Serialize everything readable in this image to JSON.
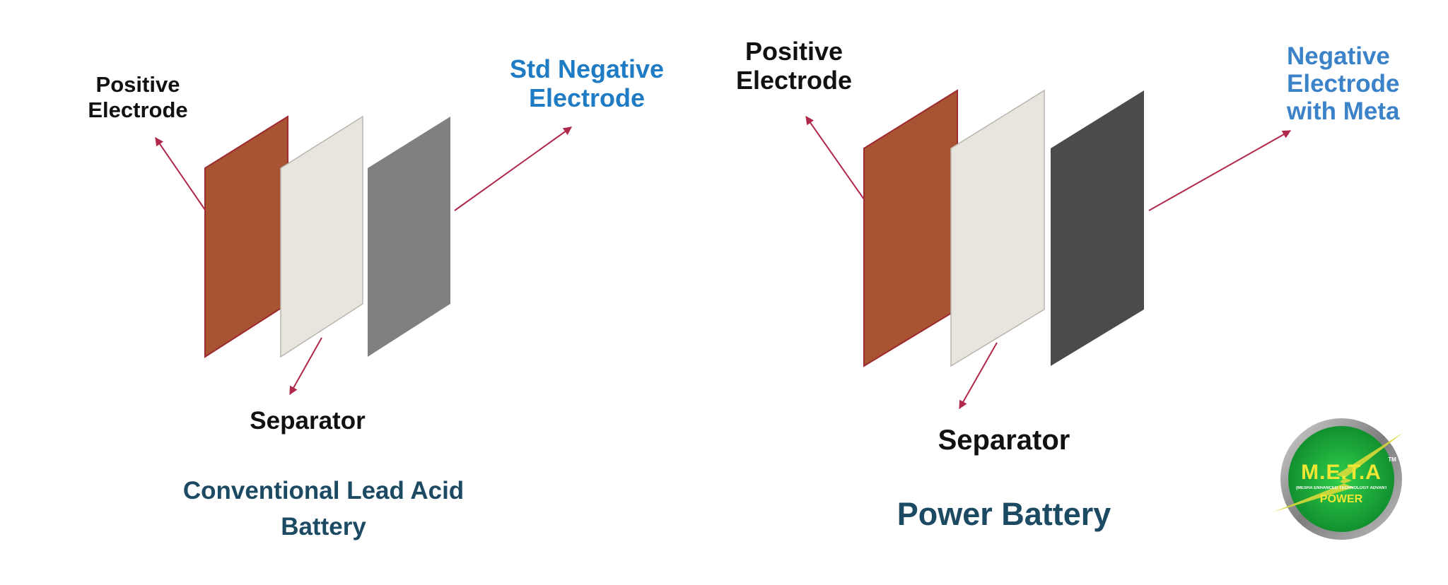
{
  "colors": {
    "positive_plate": "#a85433",
    "positive_edge": "#9c2a2f",
    "separator_plate": "#e8e5df",
    "separator_edge": "#b9b5ad",
    "std_negative_plate": "#808080",
    "meta_negative_plate": "#4b4b4b",
    "arrow": "#b0284a",
    "title": "#1c4a63",
    "std_negative_label": "#1f7cc4",
    "meta_negative_label": "#3b82c8",
    "logo_ring": "#8e8e8e",
    "logo_green": "#18a83a",
    "logo_bolt": "#d9d93a",
    "logo_text": "#f2e635"
  },
  "left_diagram": {
    "positive_label": "Positive Electrode",
    "negative_label": "Std Negative Electrode",
    "separator_label": "Separator",
    "title": "Conventional Lead Acid Battery"
  },
  "right_diagram": {
    "positive_label": "Positive Electrode",
    "negative_label": "Negative Electrode with Meta",
    "separator_label": "Separator",
    "title": "Power Battery"
  },
  "logo": {
    "name": "M.E.T.A",
    "trademark": "TM",
    "tagline": "(MESHA ENHANCED TECHNOLOGY ADVANTAGE)",
    "word": "POWER"
  }
}
